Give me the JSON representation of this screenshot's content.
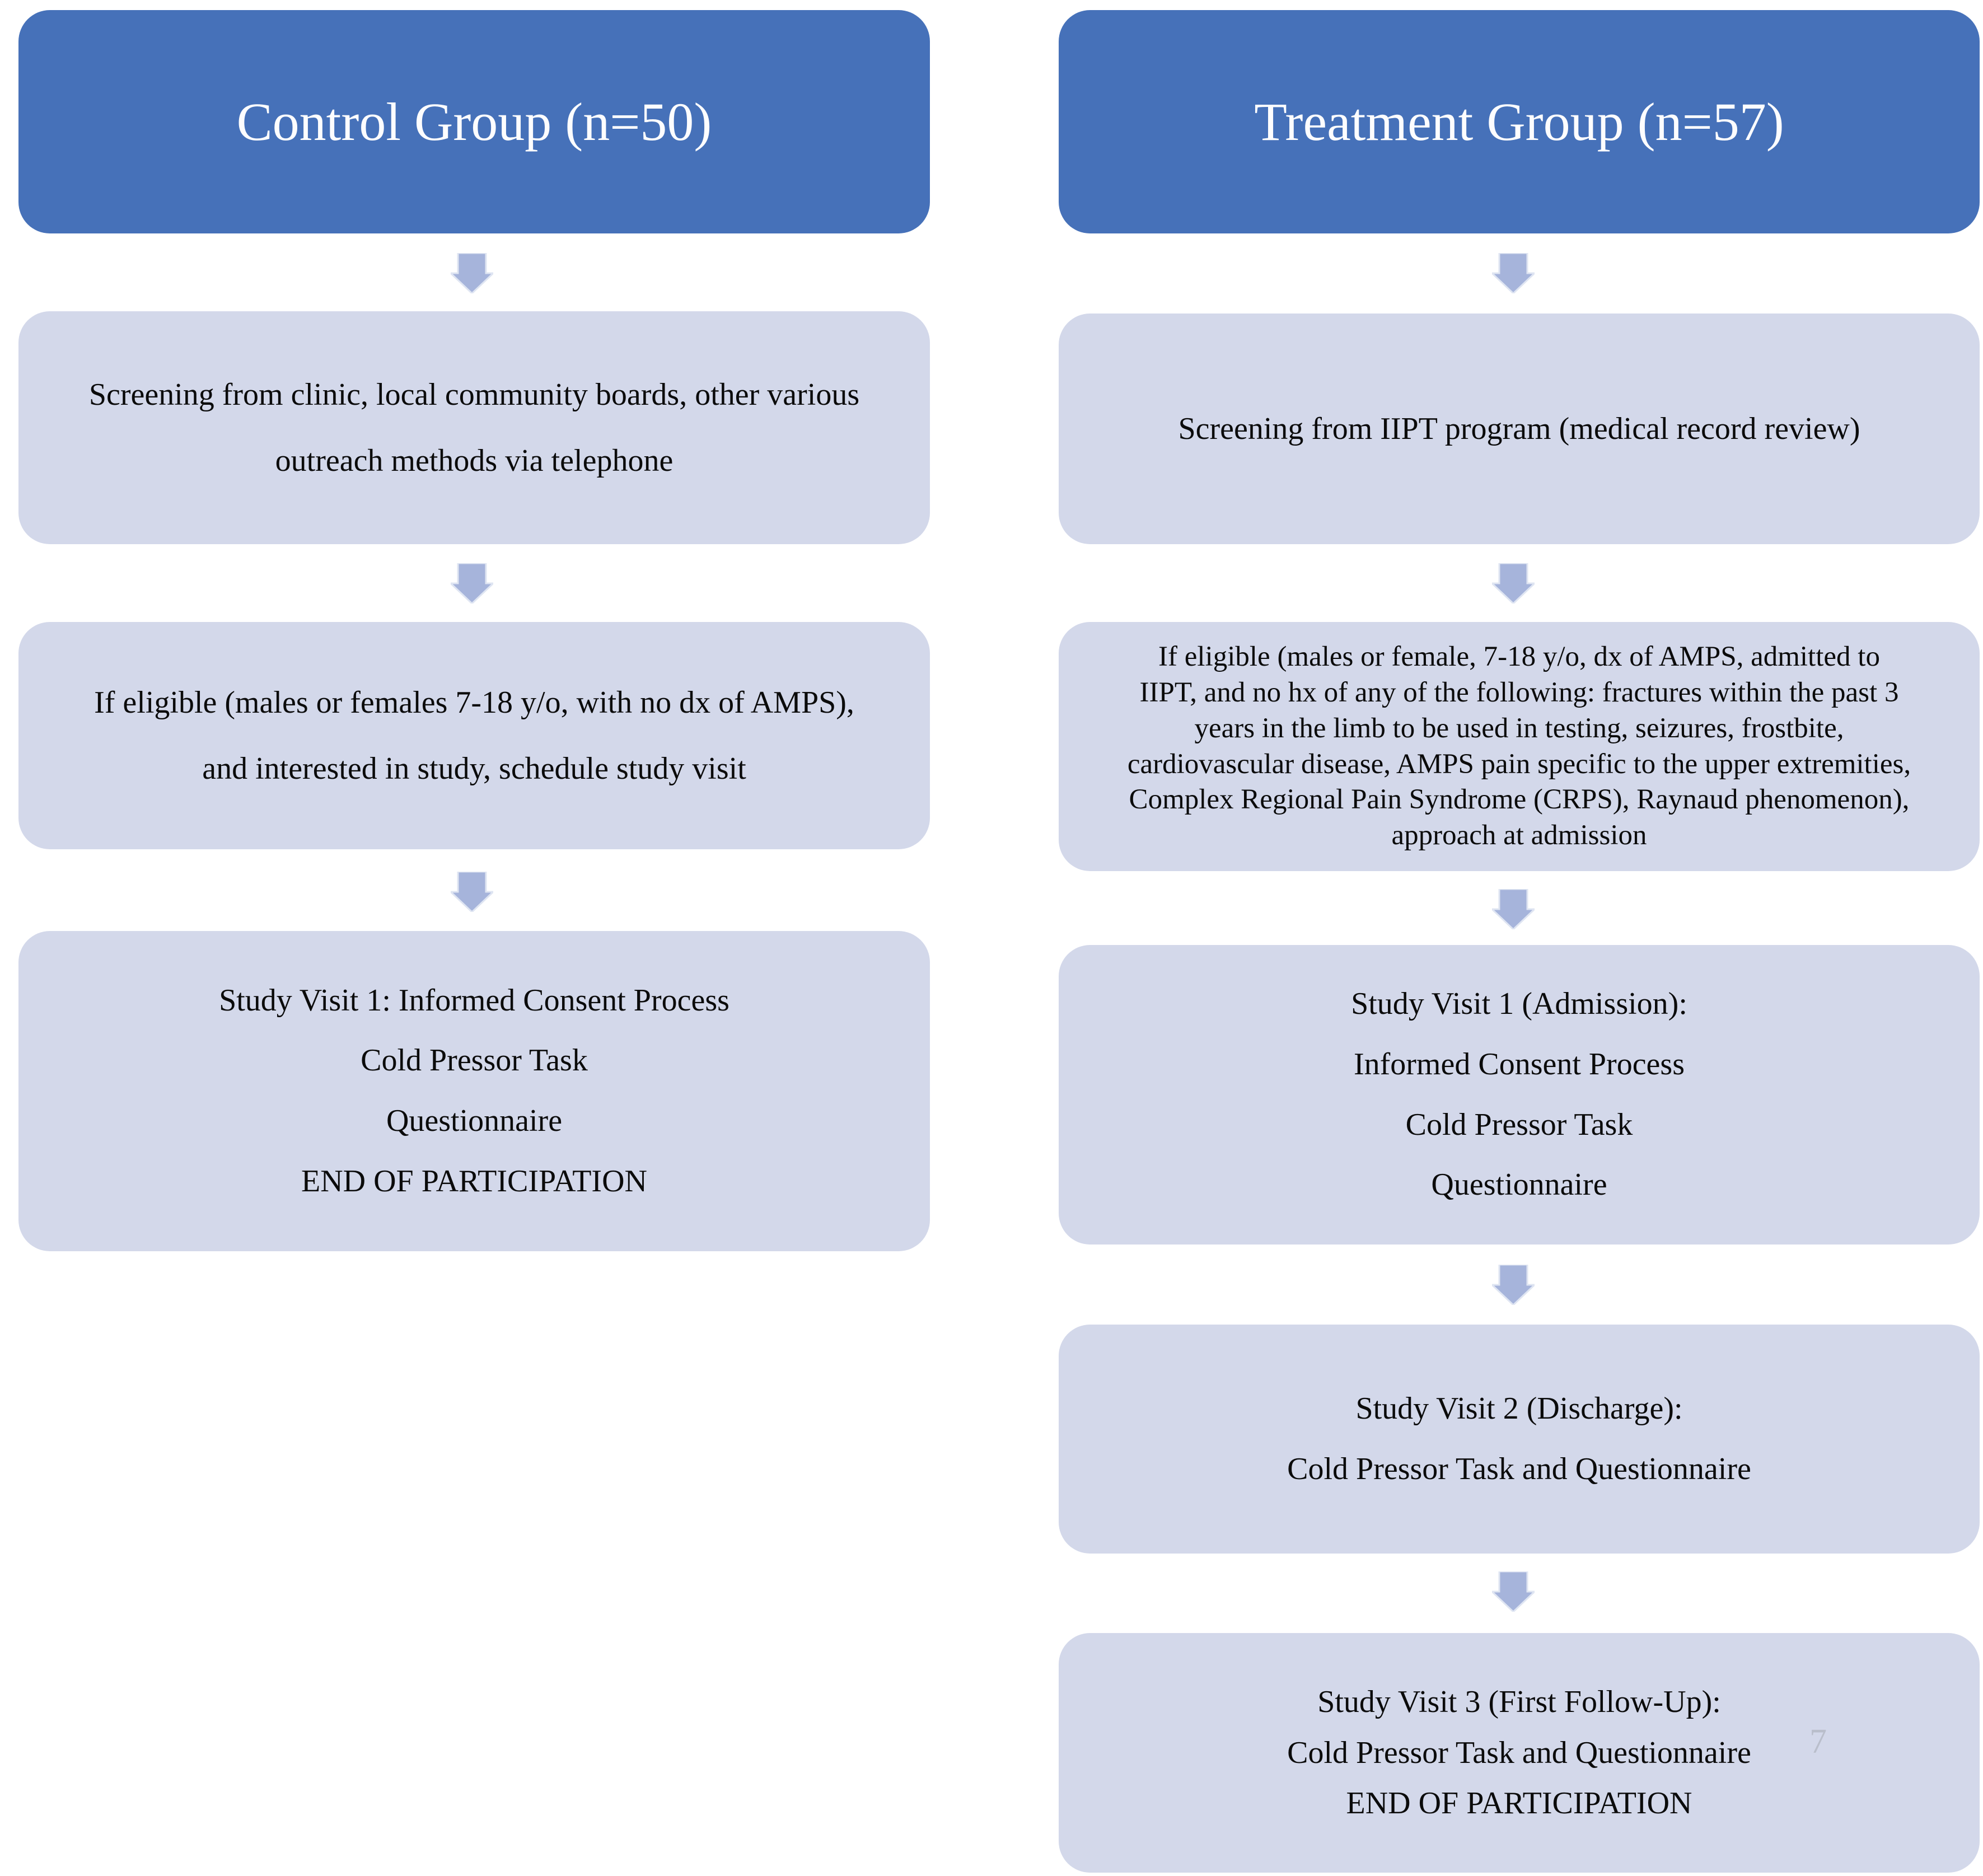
{
  "figure": {
    "type": "study-recruitment-flow-diagram",
    "watermark_page_number": "7",
    "colors": {
      "header_fill": "#4671b9",
      "header_text": "#fdfdfe",
      "step_fill": "#d3d8ea",
      "step_text": "#0b0b0b",
      "arrow_fill": "#a6b4db",
      "arrow_outline": "#dfe5f2",
      "background": "#ffffff"
    },
    "control_group": {
      "header": "Control Group (n=50)",
      "steps": [
        "Screening from clinic, local community boards, other various\noutreach methods via telephone",
        "If eligible (males or females 7-18 y/o, with no dx of AMPS),\nand interested in study, schedule study visit",
        "Study Visit 1: Informed Consent Process\nCold Pressor Task\nQuestionnaire\nEND OF PARTICIPATION"
      ]
    },
    "treatment_group": {
      "header": "Treatment Group (n=57)",
      "steps": [
        "Screening from IIPT program (medical record review)",
        "If eligible (males or female, 7-18 y/o, dx of AMPS, admitted to\nIIPT, and no hx of any of the following: fractures within the past 3\nyears in the limb to be used in testing, seizures, frostbite,\ncardiovascular disease, AMPS pain specific to the upper extremities,\nComplex Regional Pain Syndrome (CRPS), Raynaud phenomenon),\napproach at admission",
        "Study Visit 1 (Admission):\nInformed Consent Process\nCold Pressor Task\nQuestionnaire",
        "Study Visit 2 (Discharge):\nCold Pressor Task and Questionnaire",
        "Study Visit 3 (First Follow-Up):\nCold Pressor Task and Questionnaire\nEND OF PARTICIPATION"
      ]
    }
  }
}
